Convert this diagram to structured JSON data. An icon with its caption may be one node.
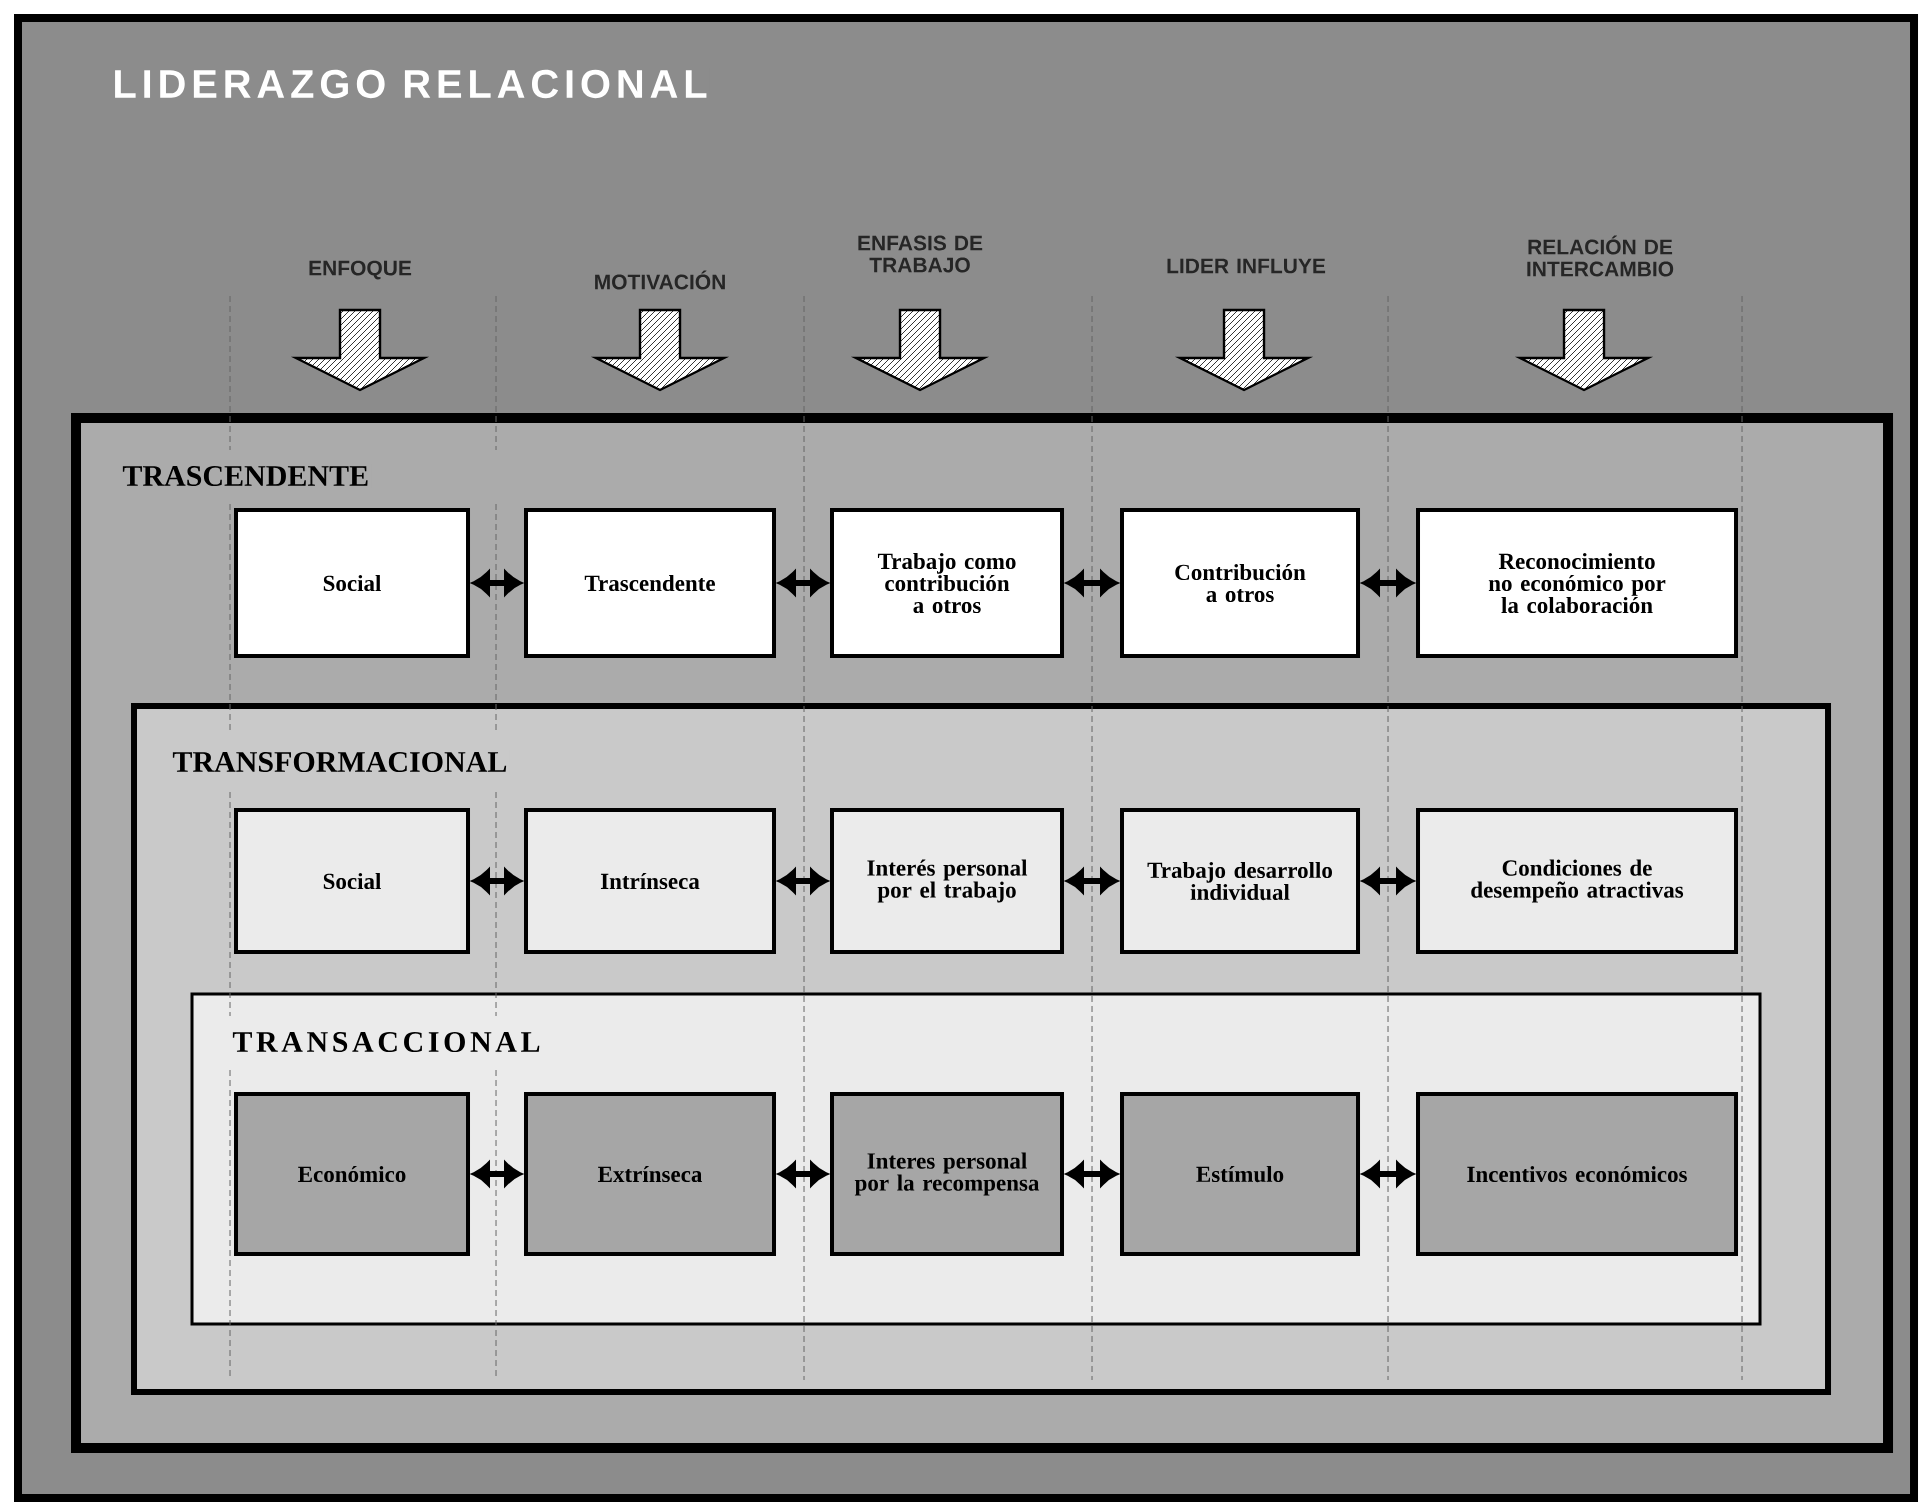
{
  "diagram": {
    "nodes": [
      {
        "text": [
          "LIDERAZGO RELACIONAL"
        ]
      },
      {
        "text": [
          "TRASCENDENTE"
        ],
        "in": 0
      },
      {
        "text": [
          "Social"
        ],
        "in": 1
      },
      {
        "text": [
          "Trascendente"
        ],
        "in": 1
      },
      {
        "text": [
          "Trabajo como contribución a otros"
        ],
        "in": 1
      },
      {
        "text": [
          "Contribución a otros"
        ],
        "in": 1
      },
      {
        "text": [
          "Reconocimiento no económico por la colaboración"
        ],
        "in": 1
      },
      {
        "text": [
          "TRANSFORMACIONAL"
        ],
        "in": 1
      },
      {
        "text": [
          "Social"
        ],
        "in": 7
      },
      {
        "text": [
          "Intrínseca"
        ],
        "in": 7
      },
      {
        "text": [
          "Interés personal por el trabajo"
        ],
        "in": 7
      },
      {
        "text": [
          "Trabajo desarrollo individual"
        ],
        "in": 7
      },
      {
        "text": [
          "Condiciones de desempeño atractivas"
        ],
        "in": 7
      },
      {
        "text": [
          "TRANSACCIONAL"
        ],
        "in": 7
      },
      {
        "text": [
          "Económico"
        ],
        "in": 13
      },
      {
        "text": [
          "Extrínseca"
        ],
        "in": 13
      },
      {
        "text": [
          "Interes personal por la recompensa"
        ],
        "in": 13
      },
      {
        "text": [
          "Estímulo"
        ],
        "in": 13
      },
      {
        "text": [
          "Incentivos económicos"
        ],
        "in": 13
      }
    ],
    "edges": [
      {
        "from": 2,
        "to": 3,
        "arrow": "both"
      },
      {
        "from": 3,
        "to": 4,
        "arrow": "both"
      },
      {
        "from": 4,
        "to": 5,
        "arrow": "both"
      },
      {
        "from": 5,
        "to": 6,
        "arrow": "both"
      },
      {
        "from": 8,
        "to": 9,
        "arrow": "both"
      },
      {
        "from": 9,
        "to": 10,
        "arrow": "both"
      },
      {
        "from": 10,
        "to": 11,
        "arrow": "both"
      },
      {
        "from": 11,
        "to": 12,
        "arrow": "both"
      },
      {
        "from": 14,
        "to": 15,
        "arrow": "both"
      },
      {
        "from": 15,
        "to": 16,
        "arrow": "both"
      },
      {
        "from": 16,
        "to": 17,
        "arrow": "both"
      },
      {
        "from": 17,
        "to": 18,
        "arrow": "both"
      }
    ],
    "labels": [
      "ENFOQUE",
      "MOTIVACIÓN",
      "ENFASIS DE TRABAJO",
      "LIDER INFLUYE",
      "RELACIÓN DE INTERCAMBIO"
    ]
  }
}
